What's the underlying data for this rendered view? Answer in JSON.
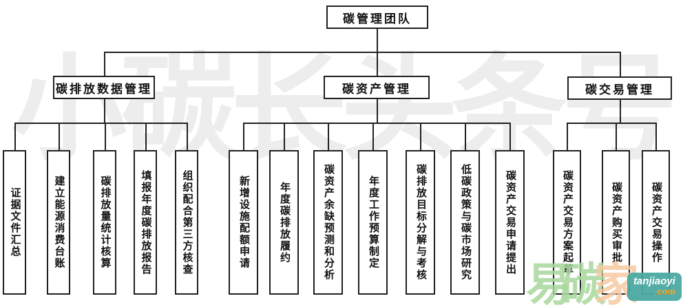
{
  "org_chart": {
    "root": "碳管理团队",
    "branches": [
      {
        "label": "碳排放数据管理",
        "children": [
          "证据文件汇总",
          "建立能源消费台账",
          "碳排放量统计核算",
          "填报年度碳排放报告",
          "组织配合第三方核查"
        ]
      },
      {
        "label": "碳资产管理",
        "children": [
          "新增设施配额申请",
          "年度碳排放履约",
          "碳资产余缺预测和分析",
          "年度工作预算制定",
          "碳排放目标分解与考核",
          "低碳政策与碳市场研究",
          "碳资产交易申请提出"
        ]
      },
      {
        "label": "碳交易管理",
        "children": [
          "碳资产交易方案起草",
          "碳资产购买审批",
          "碳资产交易操作"
        ]
      }
    ],
    "line_color": "#1f1f1f"
  },
  "watermarks": {
    "background_text": "小碳长头条号",
    "background_color": "#ededed",
    "brand": {
      "char1": "易",
      "char2": "碳",
      "char3": "家",
      "char_green": "#a9d89d",
      "char_orange": "#f6c9a3",
      "logo_text": "tanjiaoyi",
      "logo_suffix": ".com",
      "logo_bg": "#4ba9a2",
      "logo_text_color": "#ffffff",
      "logo_suffix_color": "#f6a21f"
    }
  }
}
